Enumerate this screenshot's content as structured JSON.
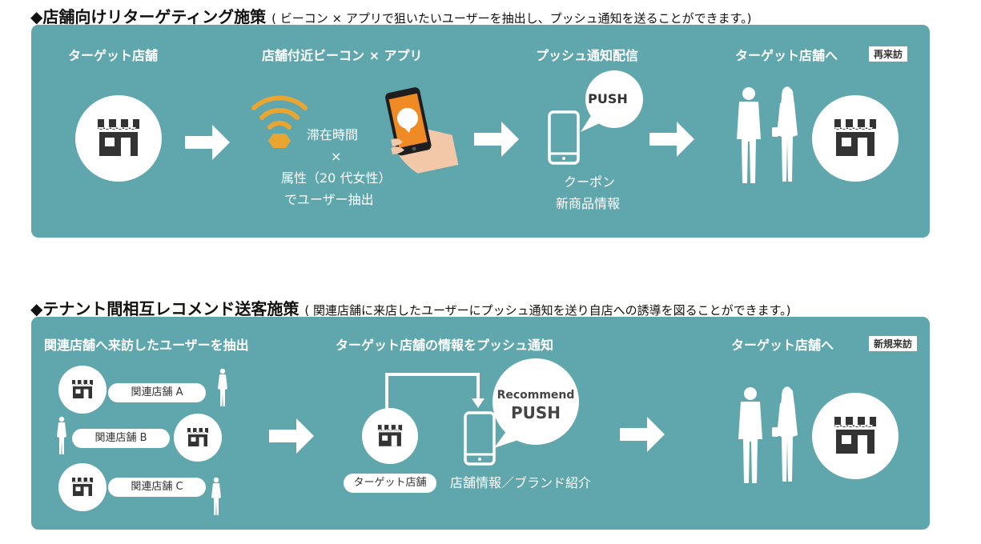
{
  "section1": {
    "title": "◆店舗向けリターゲティング施策",
    "note": "( ビーコン × アプリで狙いたいユーザーを抽出し、プッシュ通知を送ることができます。)",
    "col1_heading": "ターゲット店舗",
    "col2_heading": "店舗付近ビーコン × アプリ",
    "col2_text1": "滞在時間",
    "col2_text2": "×",
    "col2_text3": "属性（20 代女性）",
    "col2_text4": "でユーザー抽出",
    "col3_heading": "プッシュ通知配信",
    "push_bubble": "PUSH",
    "col3_text1": "クーポン",
    "col3_text2": "新商品情報",
    "col4_heading": "ターゲット店舗へ",
    "badge": "再来訪"
  },
  "section2": {
    "title": "◆テナント間相互レコメンド送客施策",
    "note": "( 関連店舗に来店したユーザーにプッシュ通知を送り自店への誘導を図ることができます。)",
    "col1_heading": "関連店舗へ来訪したユーザーを抽出",
    "store_a": "関連店舗 A",
    "store_b": "関連店舗 B",
    "store_c": "関連店舗 C",
    "col2_heading": "ターゲット店舗の情報をプッシュ通知",
    "bubble_line1": "Recommend",
    "bubble_line2": "PUSH",
    "target_store_label": "ターゲット店舗",
    "info_text": "店舗情報／ブランド紹介",
    "col3_heading": "ターゲット店舗へ",
    "badge": "新規来訪"
  },
  "colors": {
    "panel": "#5fa7ad",
    "icon": "#333333",
    "beacon": "#e8a531",
    "phone_screen": "#f08a24"
  }
}
